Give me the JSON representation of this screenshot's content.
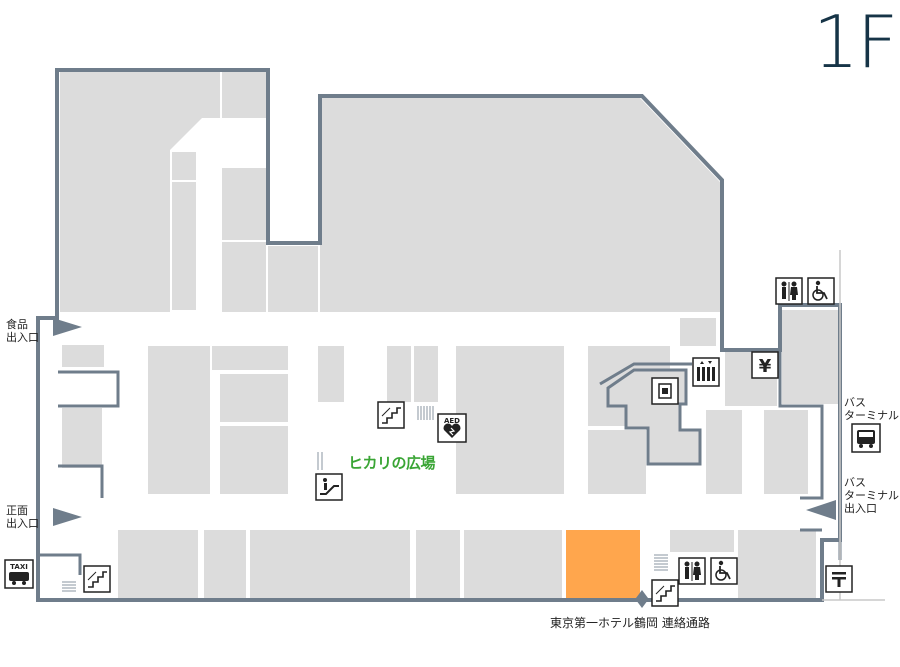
{
  "floor": "1F",
  "labels": {
    "food_entrance": "食品\n出入口",
    "main_entrance": "正面\n出入口",
    "bus_terminal": "バス\nターミナル",
    "bus_terminal_entrance": "バス\nターミナル\n出入口",
    "plaza": "ヒカリの広場",
    "hotel_link": "東京第一ホテル鶴岡  連絡通路",
    "taxi": "TAXI",
    "aed": "AED",
    "yen": "¥"
  },
  "colors": {
    "wall": "#6f7d8b",
    "block": "#dcdcdc",
    "corridor": "#ffffff",
    "highlight": "#ffa64d",
    "arrow": "#6f7d8b",
    "plaza_text": "#3aa535",
    "floor_text": "#163447"
  },
  "icons": [
    "restroom-icon",
    "wheelchair-icon",
    "elevator-icon",
    "atm-icon",
    "stairs-icon",
    "escalator-icon",
    "aed-icon",
    "bus-icon",
    "taxi-icon",
    "post-office-icon",
    "coin-locker-icon"
  ]
}
